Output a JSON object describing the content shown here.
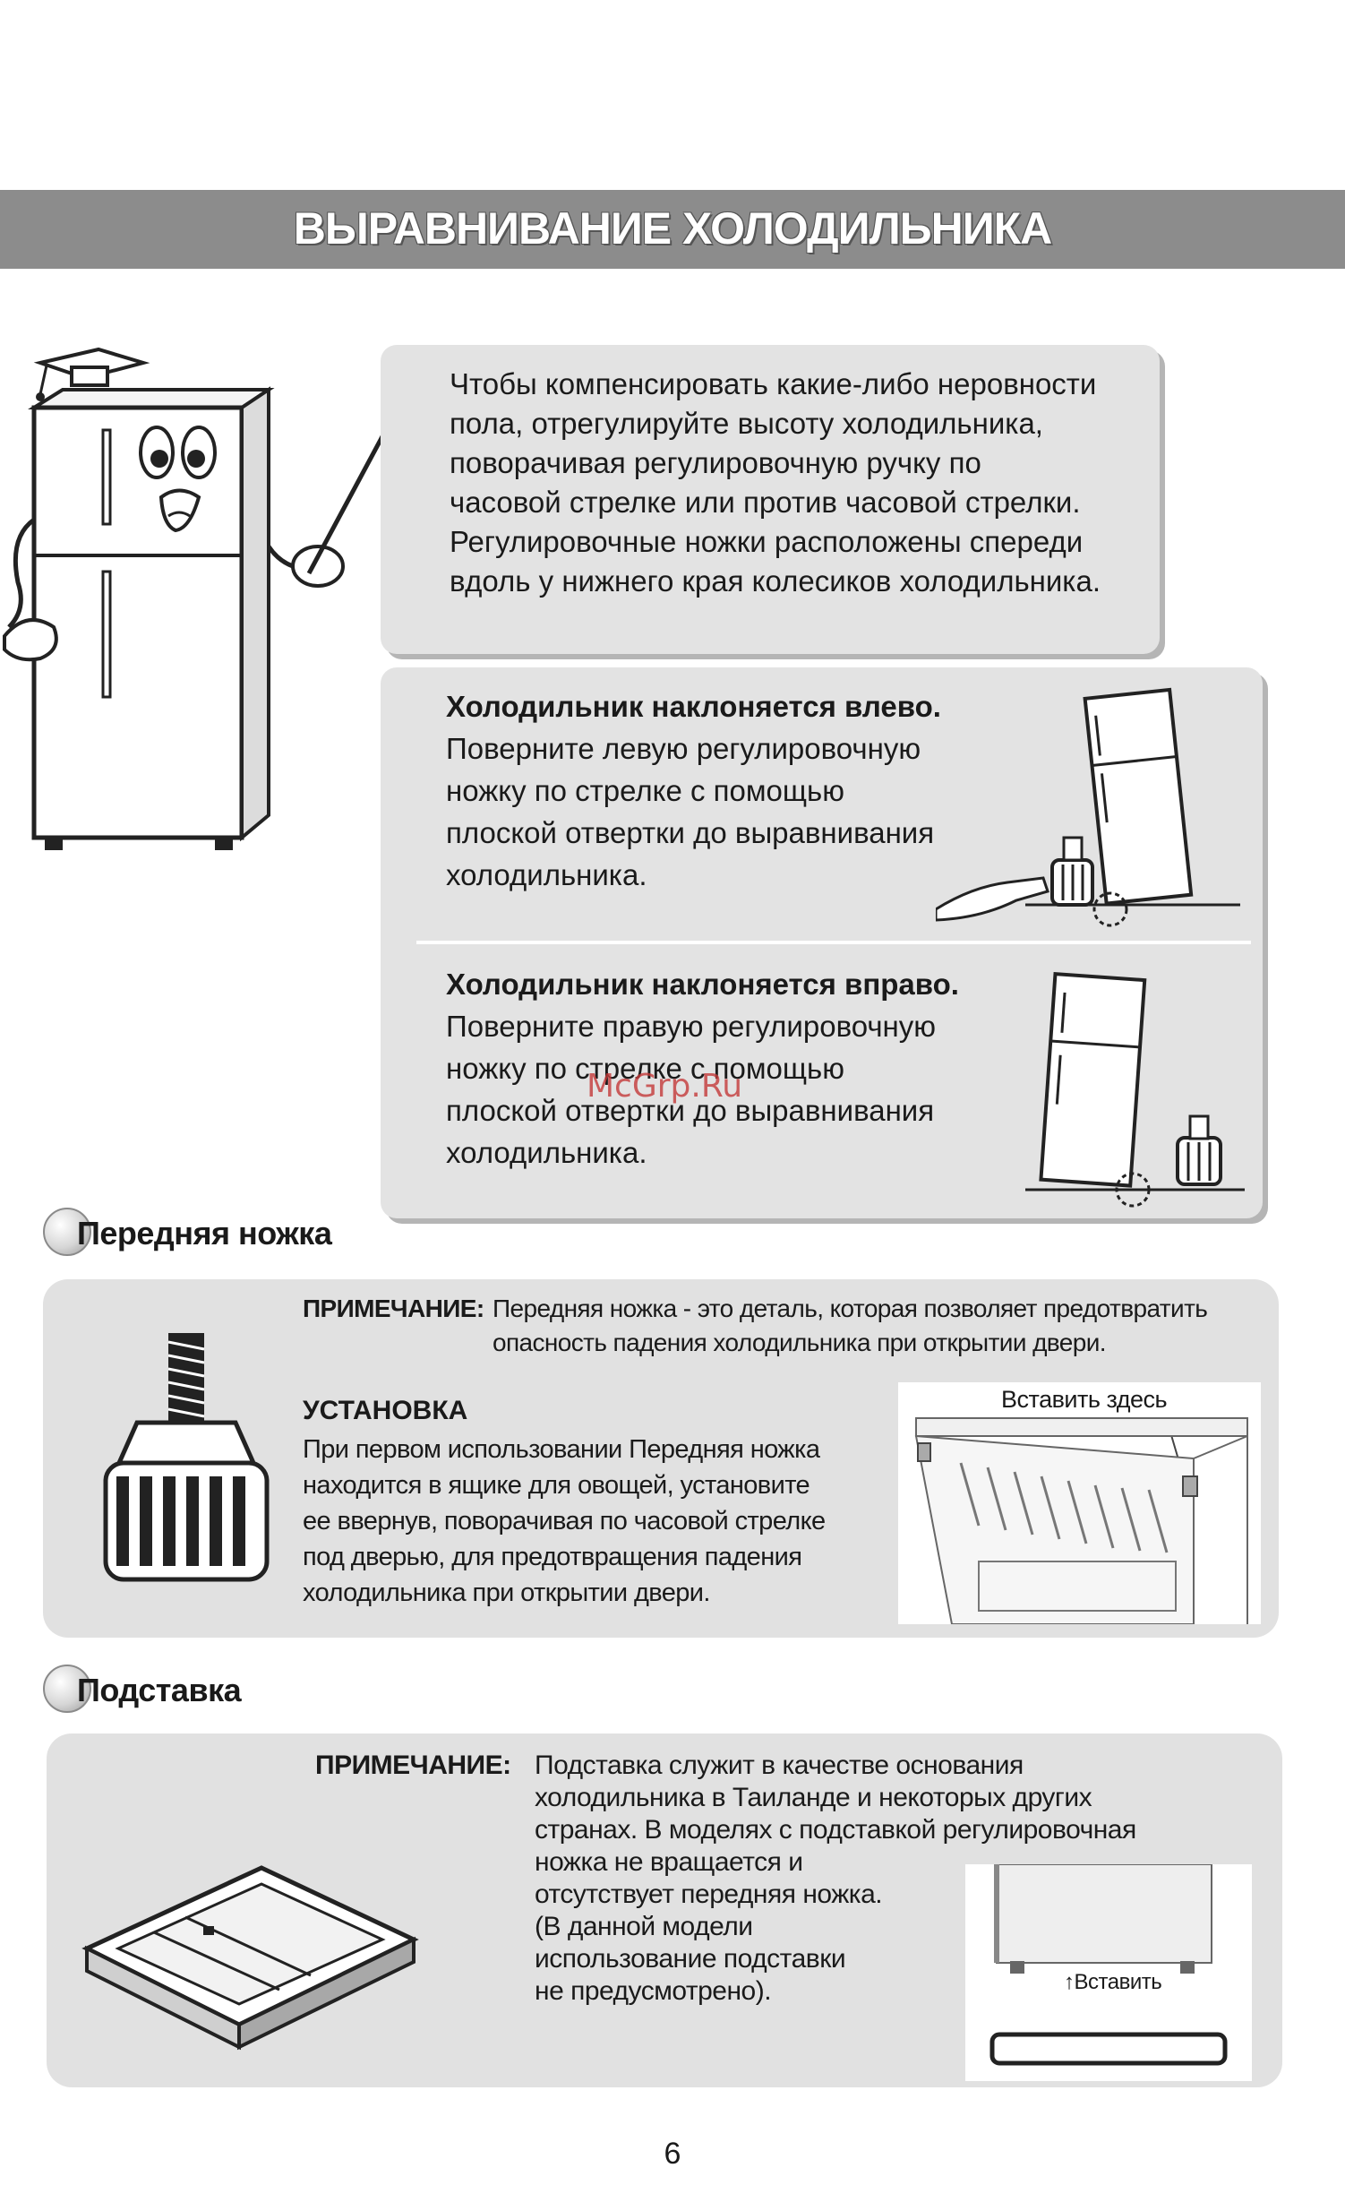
{
  "title": "ВЫРАВНИВАНИЕ ХОЛОДИЛЬНИКА",
  "intro": {
    "lines": [
      "Чтобы компенсировать какие-либо неровности",
      "пола, отрегулируйте высоту холодильника,",
      "поворачивая регулировочную ручку по",
      "часовой стрелке или против часовой стрелки.",
      "Регулировочные ножки расположены спереди",
      "вдоль у нижнего края колесиков холодильника."
    ]
  },
  "tilt_left": {
    "heading": "Холодильник наклоняется влево.",
    "lines": [
      "Поверните левую регулировочную",
      "ножку по стрелке с помощью",
      "плоской отвертки до выравнивания",
      "холодильника."
    ]
  },
  "tilt_right": {
    "heading": "Холодильник наклоняется вправо.",
    "lines": [
      "Поверните правую регулировочную",
      "ножку по стрелке с помощью",
      "плоской отвертки до выравнивания",
      "холодильника."
    ]
  },
  "watermark": "McGrp.Ru",
  "front_leg": {
    "heading": "Передняя ножка",
    "note_label": "ПРИМЕЧАНИЕ:",
    "note_lines": [
      "Передняя ножка - это деталь, которая позволяет предотвратить",
      "опасность падения холодильника при открытии двери."
    ],
    "install_heading": "УСТАНОВКА",
    "install_lines": [
      "При первом использовании Передняя ножка",
      "находится в ящике для овощей, установите",
      "ее ввернув, поворачивая по часовой стрелке",
      "под дверью, для предотвращения падения",
      "холодильника при открытии двери."
    ],
    "figure_label": "Вставить здесь"
  },
  "stand": {
    "heading": "Подставка",
    "note_label": "ПРИМЕЧАНИЕ:",
    "note_lines": [
      "Подставка служит в качестве основания",
      "холодильника в Таиланде и некоторых других",
      "странах. В моделях с подставкой регулировочная",
      "ножка не вращается и",
      "отсутствует передняя ножка.",
      "(В данной модели",
      "использование подставки",
      "не предусмотрено)."
    ],
    "figure_label": "Вставить"
  },
  "page_number": "6"
}
